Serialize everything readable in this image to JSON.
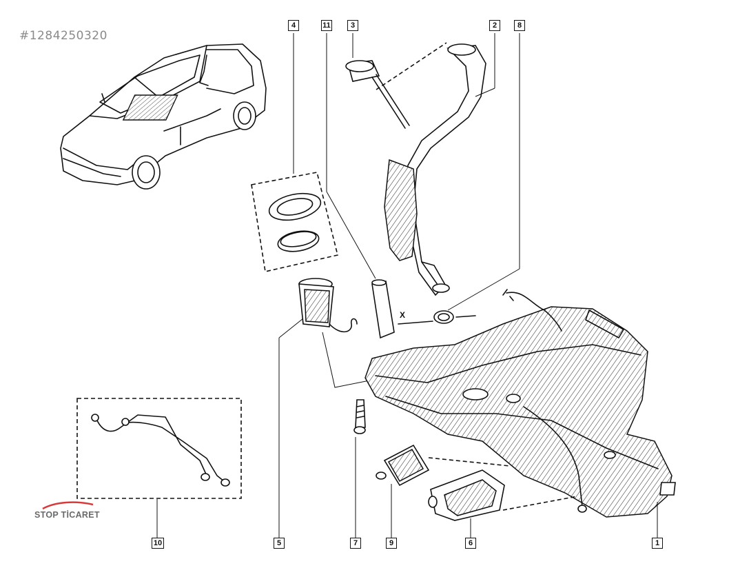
{
  "image_ref": "#1284250320",
  "watermark": "STOP TİCARET",
  "dimension_label": "X",
  "callouts": [
    {
      "id": "c1",
      "label": "1"
    },
    {
      "id": "c2",
      "label": "2"
    },
    {
      "id": "c3",
      "label": "3"
    },
    {
      "id": "c4",
      "label": "4"
    },
    {
      "id": "c5",
      "label": "5"
    },
    {
      "id": "c6",
      "label": "6"
    },
    {
      "id": "c7",
      "label": "7"
    },
    {
      "id": "c8",
      "label": "8"
    },
    {
      "id": "c9",
      "label": "9"
    },
    {
      "id": "c10",
      "label": "10"
    },
    {
      "id": "c11",
      "label": "11"
    }
  ],
  "colors": {
    "ink": "#111111",
    "ref_text": "#8a8a8a",
    "watermark_red": "#d83a3a"
  }
}
